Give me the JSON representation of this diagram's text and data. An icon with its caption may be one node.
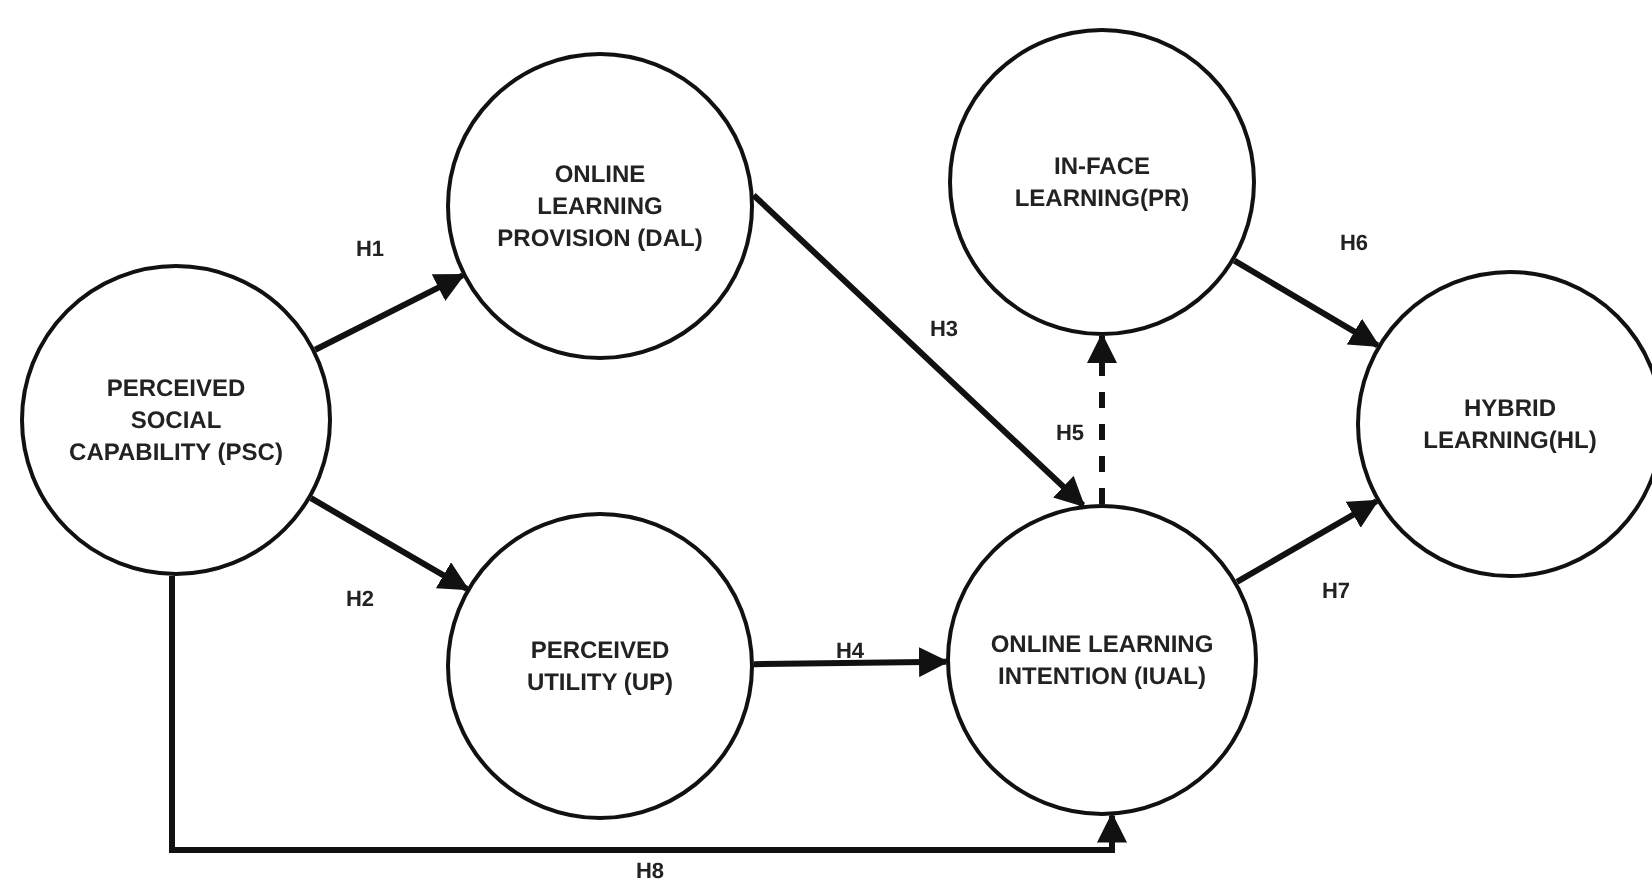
{
  "diagram": {
    "nodes": [
      {
        "text": [
          "PERCEIVED SOCIAL CAPABILITY (PSC)"
        ]
      },
      {
        "text": [
          "ONLINE LEARNING PROVISION (DAL)"
        ]
      },
      {
        "text": [
          "PERCEIVED UTILITY (UP)"
        ]
      },
      {
        "text": [
          "IN-FACE LEARNING(PR)"
        ]
      },
      {
        "text": [
          "ONLINE LEARNING INTENTION (IUAL)"
        ]
      },
      {
        "text": [
          "HYBRID LEARNING(HL)"
        ]
      }
    ],
    "edges": [
      {
        "from": 0,
        "to": 1,
        "arrow": "to",
        "label": "H1"
      },
      {
        "from": 0,
        "to": 2,
        "arrow": "to",
        "label": "H2"
      },
      {
        "from": 1,
        "to": 4,
        "arrow": "to",
        "label": "H3"
      },
      {
        "from": 2,
        "to": 4,
        "arrow": "to",
        "label": "H4"
      },
      {
        "from": 4,
        "to": 3,
        "arrow": "to",
        "label": "H5",
        "style": "dashed"
      },
      {
        "from": 3,
        "to": 5,
        "arrow": "to",
        "label": "H6"
      },
      {
        "from": 4,
        "to": 5,
        "arrow": "to",
        "label": "H7"
      },
      {
        "from": 0,
        "to": 4,
        "arrow": "to",
        "label": "H8"
      }
    ]
  }
}
